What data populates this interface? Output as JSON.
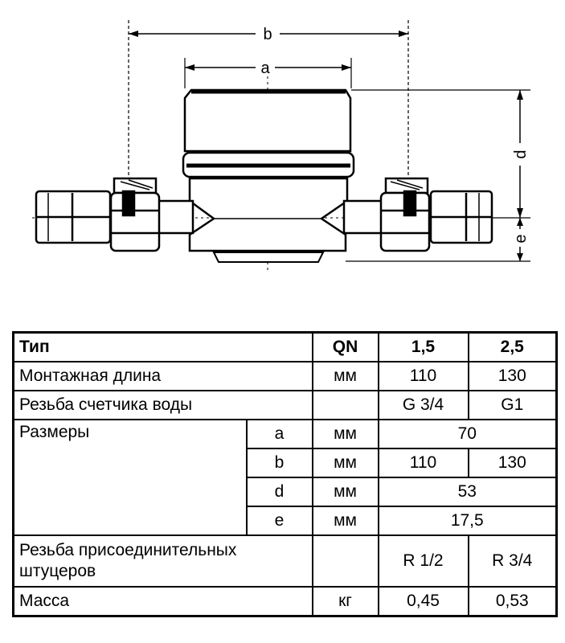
{
  "drawing": {
    "dim_labels": {
      "a": "a",
      "b": "b",
      "d": "d",
      "e": "e"
    }
  },
  "table": {
    "header": {
      "type": "Тип",
      "qn": "QN",
      "v1": "1,5",
      "v2": "2,5"
    },
    "length": {
      "label": "Монтажная длина",
      "unit": "мм",
      "v1": "110",
      "v2": "130"
    },
    "thread": {
      "label": "Резьба счетчика воды",
      "v1": "G 3/4",
      "v2": "G1"
    },
    "sizes": {
      "label": "Размеры",
      "a": {
        "sym": "a",
        "unit": "мм",
        "val": "70"
      },
      "b": {
        "sym": "b",
        "unit": "мм",
        "v1": "110",
        "v2": "130"
      },
      "d": {
        "sym": "d",
        "unit": "мм",
        "val": "53"
      },
      "e": {
        "sym": "e",
        "unit": "мм",
        "val": "17,5"
      }
    },
    "fitting": {
      "label": "Резьба присоединительных штуцеров",
      "v1": "R 1/2",
      "v2": "R 3/4"
    },
    "mass": {
      "label": "Масса",
      "unit": "кг",
      "v1": "0,45",
      "v2": "0,53"
    }
  }
}
